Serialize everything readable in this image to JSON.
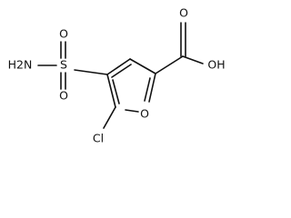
{
  "molecule": {
    "atoms": {
      "amine": "H2N",
      "sulfur": "S",
      "sulfonyl_oxygen_top": "O",
      "sulfonyl_oxygen_bottom": "O",
      "ring_oxygen": "O",
      "chlorine": "Cl",
      "carbonyl_oxygen": "O",
      "hydroxyl": "OH"
    }
  }
}
